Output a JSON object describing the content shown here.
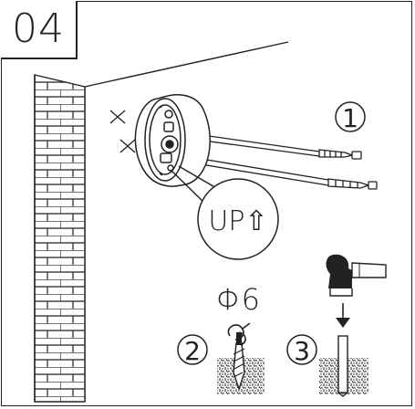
{
  "step_number": "04",
  "callouts": {
    "one": "1",
    "two": "2",
    "three": "3"
  },
  "drill_diameter": "Φ6",
  "orientation_label": "UP⇧",
  "colors": {
    "line": "#222222",
    "background": "#ffffff"
  }
}
